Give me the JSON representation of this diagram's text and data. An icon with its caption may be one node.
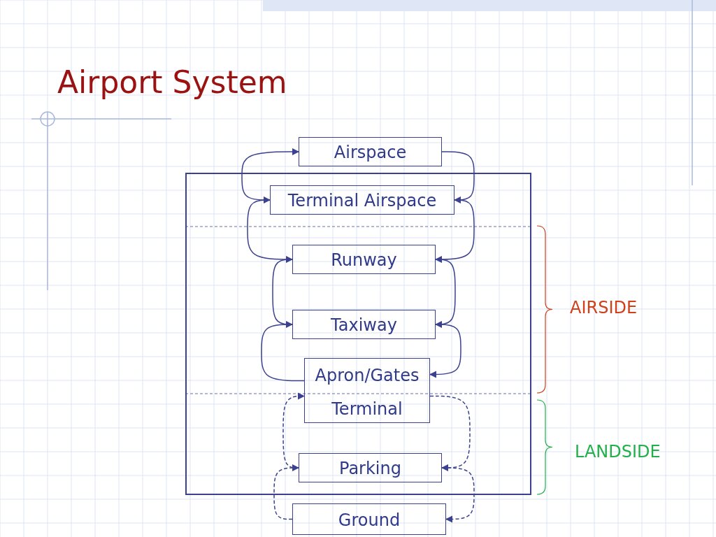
{
  "diagram": {
    "title": "Airport System",
    "nodes": [
      {
        "text": [],
        "shape": "box"
      },
      {
        "text": [
          "Airspace"
        ]
      },
      {
        "text": [
          "Terminal Airspace"
        ],
        "in": 0
      },
      {
        "text": [
          "Runway"
        ],
        "in": 0
      },
      {
        "text": [
          "Taxiway"
        ],
        "in": 0
      },
      {
        "text": [
          "Apron/Gates",
          "Terminal"
        ],
        "in": 0
      },
      {
        "text": [
          "Parking"
        ],
        "in": 0
      },
      {
        "text": [
          "Ground"
        ]
      }
    ],
    "edges": [
      {
        "from": 2,
        "to": 1,
        "arrow": "to"
      },
      {
        "from": 1,
        "to": 2,
        "arrow": "to"
      },
      {
        "from": 3,
        "to": 2,
        "arrow": "to"
      },
      {
        "from": 2,
        "to": 3,
        "arrow": "to"
      },
      {
        "from": 4,
        "to": 3,
        "arrow": "to"
      },
      {
        "from": 3,
        "to": 4,
        "arrow": "to"
      },
      {
        "from": 5,
        "to": 4,
        "arrow": "to"
      },
      {
        "from": 4,
        "to": 5,
        "arrow": "to"
      },
      {
        "from": 6,
        "to": 5,
        "arrow": "to",
        "style": "dashed"
      },
      {
        "from": 5,
        "to": 6,
        "arrow": "to",
        "style": "dashed"
      },
      {
        "from": 7,
        "to": 6,
        "arrow": "to",
        "style": "dashed"
      },
      {
        "from": 6,
        "to": 7,
        "arrow": "to",
        "style": "dashed"
      }
    ],
    "labels": [
      "AIRSIDE",
      "LANDSIDE"
    ]
  }
}
